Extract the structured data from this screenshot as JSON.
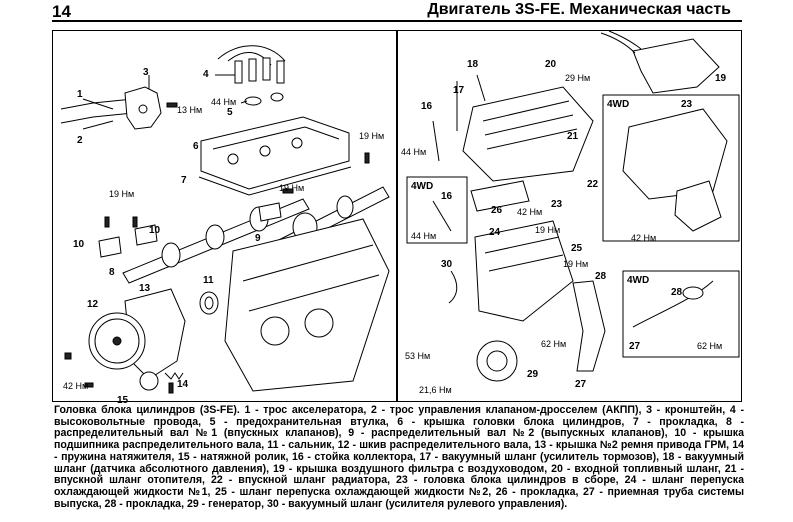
{
  "header": {
    "page_number": "14",
    "title": "Двигатель 3S-FE. Механическая часть"
  },
  "figure": {
    "callouts": [
      "1",
      "2",
      "3",
      "4",
      "5",
      "6",
      "7",
      "8",
      "9",
      "10",
      "10",
      "11",
      "12",
      "13",
      "14",
      "15",
      "16",
      "17",
      "18",
      "19",
      "20",
      "21",
      "22",
      "23",
      "24",
      "25",
      "26",
      "27",
      "28",
      "29",
      "30",
      "16",
      "23",
      "28",
      "27"
    ],
    "torques": [
      "13 Нм",
      "44 Нм",
      "19 Нм",
      "19 Нм",
      "19 Нм",
      "42 Нм",
      "29 Нм",
      "44 Нм",
      "44 Нм",
      "42 Нм",
      "19 Нм",
      "19 Нм",
      "42 Нм",
      "53 Нм",
      "62 Нм",
      "21,6 Нм",
      "62 Нм"
    ],
    "badges": [
      "4WD",
      "4WD",
      "4WD"
    ]
  },
  "caption": "Головка блока цилиндров (3S-FE). 1 - трос акселератора, 2 - трос управления клапаном-дросселем (АКПП), 3 - кронштейн, 4 - высоковольтные провода, 5 - предохранительная втулка, 6 - крышка головки блока цилиндров, 7 - прокладка, 8 - распределительный вал №1 (впускных клапанов), 9 - распределительный вал №2 (выпускных клапанов), 10 - крышка подшипника распределительного вала, 11 - сальник, 12 - шкив распределительного вала, 13 - крышка №2 ремня привода ГРМ, 14 - пружина натяжителя, 15 - натяжной ролик, 16 - стойка коллектора, 17 - вакуумный шланг (усилитель тормозов), 18 - вакуумный шланг (датчика абсолютного давления), 19 - крышка воздушного фильтра с воздуховодом, 20 - входной топливный шланг, 21 - впускной шланг отопителя, 22 - впускной шланг радиатора, 23 - головка блока цилиндров в сборе, 24 - шланг перепуска охлаждающей жидкости №1, 25 - шланг перепуска охлаждающей жидкости №2, 26 - прокладка, 27 - приемная труба системы выпуска, 28 - прокладка, 29 - генератор, 30 - вакуумный шланг (усилителя рулевого управления)."
}
